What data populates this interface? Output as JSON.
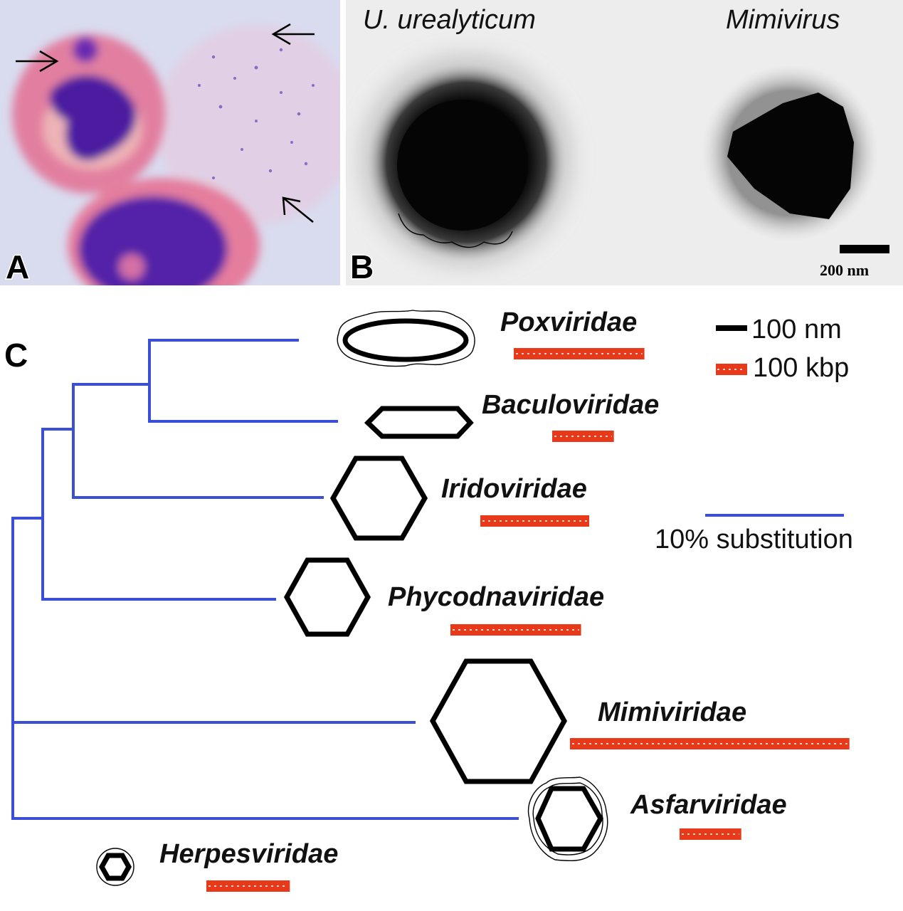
{
  "panels": {
    "a": {
      "letter": "A"
    },
    "b": {
      "letter": "B",
      "left_label": "U. urealyticum",
      "right_label": "Mimivirus",
      "scale_bar_label": "200 nm"
    },
    "c": {
      "letter": "C",
      "legend": {
        "size_label": "100 nm",
        "genome_label": "100 kbp",
        "branch_label": "10% substitution"
      },
      "families": [
        {
          "name": "Poxviridae",
          "genome_kbp_units": 1.8
        },
        {
          "name": "Baculoviridae",
          "genome_kbp_units": 0.85
        },
        {
          "name": "Iridoviridae",
          "genome_kbp_units": 1.5
        },
        {
          "name": "Phycodnaviridae",
          "genome_kbp_units": 1.8
        },
        {
          "name": "Mimiviridae",
          "genome_kbp_units": 3.85
        },
        {
          "name": "Asfarviridae",
          "genome_kbp_units": 0.85
        },
        {
          "name": "Herpesviridae",
          "genome_kbp_units": 1.15
        }
      ]
    }
  },
  "colors": {
    "branch": "#3a4fd6",
    "genome_bar": "#e8391a",
    "stain_purple": "#5a2aa8",
    "stain_pink": "#e88aa4",
    "em_background": "#ededed"
  }
}
